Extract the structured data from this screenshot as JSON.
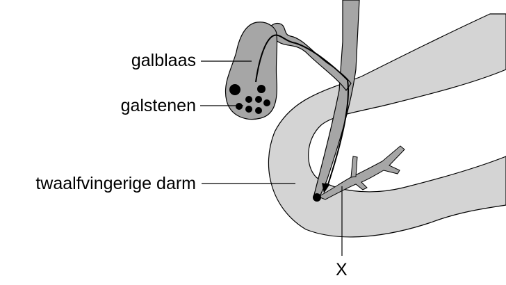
{
  "labels": {
    "gallbladder": "galblaas",
    "gallstones": "galstenen",
    "duodenum": "twaalfvingerige darm",
    "x_marker": "X"
  },
  "colors": {
    "organ_fill": "#d4d4d4",
    "duct_fill": "#a6a6a6",
    "outline": "#000000",
    "stone": "#000000",
    "background": "#ffffff"
  }
}
